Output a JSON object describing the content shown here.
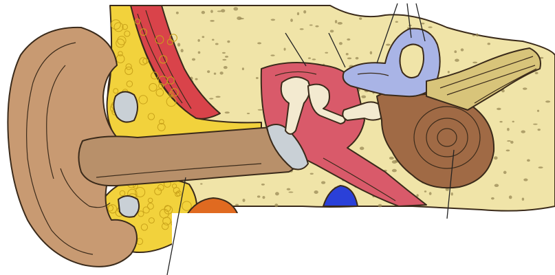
{
  "figure": {
    "subject": "human-ear-anatomy-cross-section",
    "colors": {
      "skin": "#c89a72",
      "skin_dark": "#a87a55",
      "canal": "#b8906a",
      "bone": "#f0e4a8",
      "bone_pore": "#9a8a55",
      "fat_yellow": "#f2d23c",
      "muscle_red": "#d9434a",
      "middle_ear_pink": "#d95a6a",
      "ossicle": "#f3ead0",
      "eardrum_gray": "#c9d0d6",
      "semicircular_blue": "#a9b4e6",
      "cochlea_brown": "#a06a45",
      "nerve_tan": "#d8c47a",
      "vein_blue": "#2a40d8",
      "artery_orange": "#e06a20",
      "white_blank": "#ffffff"
    },
    "parts": [
      "outer-ear-pinna",
      "ear-canal",
      "cartilage-fat",
      "temporal-muscle",
      "temporal-bone",
      "eardrum",
      "middle-ear-cavity",
      "ossicles",
      "semicircular-canals",
      "auditory-nerve",
      "cochlea",
      "eustachian-tube",
      "jugular-vein",
      "carotid-artery"
    ],
    "leader_lines": 7
  }
}
